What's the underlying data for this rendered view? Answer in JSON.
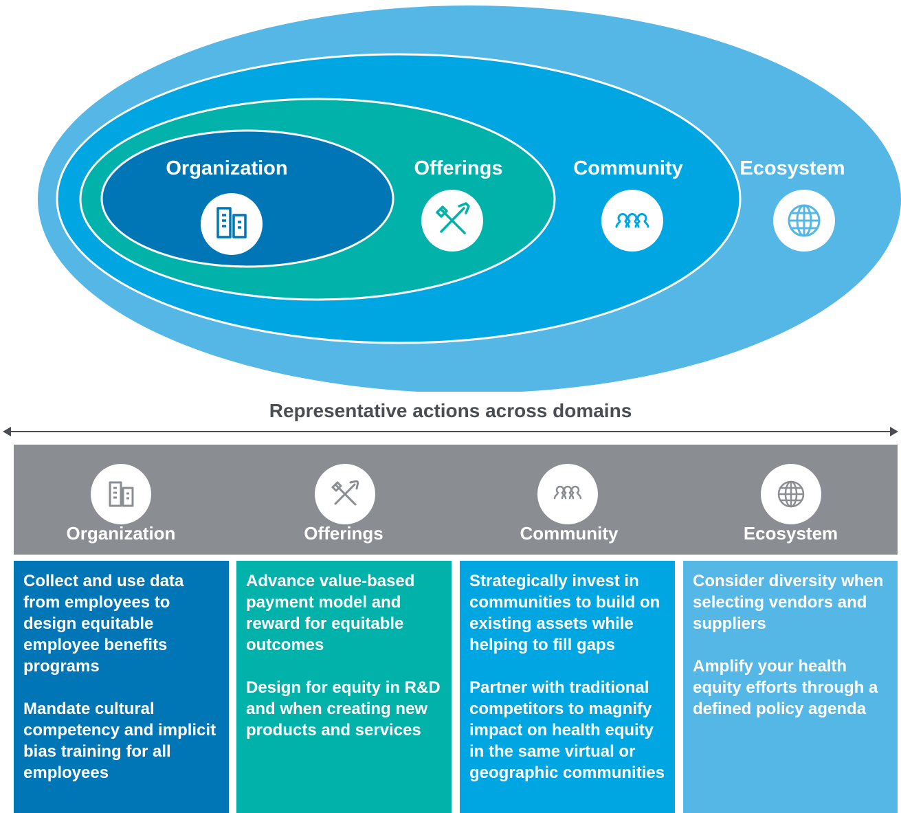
{
  "diagram": {
    "domains": [
      {
        "label": "Organization",
        "icon": "building-icon",
        "color": "#0076b6"
      },
      {
        "label": "Offerings",
        "icon": "tools-icon",
        "color": "#00b2a9"
      },
      {
        "label": "Community",
        "icon": "people-icon",
        "color": "#00a6e1"
      },
      {
        "label": "Ecosystem",
        "icon": "globe-icon",
        "color": "#54b7e6"
      }
    ]
  },
  "actions": {
    "heading": "Representative actions across domains",
    "columns": [
      {
        "label": "Organization",
        "icon": "building-icon",
        "color": "#0076b6",
        "items": [
          "Collect and use data from employees to design equitable employee benefits programs",
          "Mandate cultural competency and implicit bias training for all employees"
        ]
      },
      {
        "label": "Offerings",
        "icon": "tools-icon",
        "color": "#00b2a9",
        "items": [
          "Advance value-based payment model and reward for equitable outcomes",
          "Design for equity in R&D and when creating new products and services"
        ]
      },
      {
        "label": "Community",
        "icon": "people-icon",
        "color": "#00a6e1",
        "items": [
          "Strategically invest in communities to build on existing assets while helping to fill gaps",
          "Partner with traditional competitors to magnify impact on health equity in the same virtual or geographic communities"
        ]
      },
      {
        "label": "Ecosystem",
        "icon": "globe-icon",
        "color": "#54b7e6",
        "items": [
          "Consider diversity when selecting vendors and suppliers",
          "Amplify your health equity efforts through a defined policy agenda"
        ]
      }
    ]
  }
}
